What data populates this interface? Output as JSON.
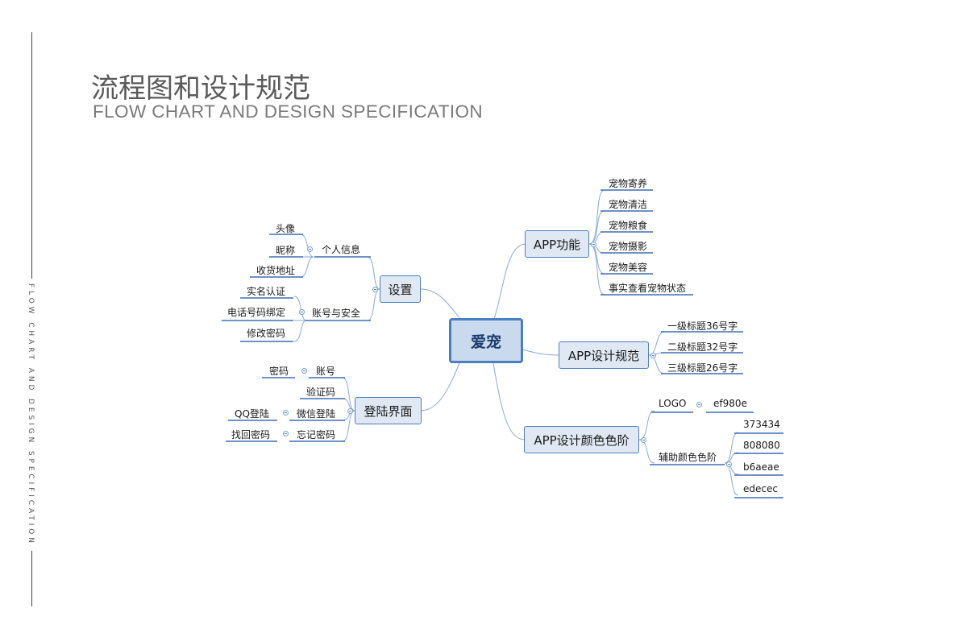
{
  "page": {
    "title_cn": "流程图和设计规范",
    "title_en": "FLOW CHART AND DESIGN SPECIFICATION",
    "side_text": "FLOW CHART AND DESIGN SPECIFICATION"
  },
  "mindmap": {
    "central": "爱宠",
    "topics": {
      "app_features": {
        "label": "APP功能",
        "items": [
          "宠物寄养",
          "宠物清洁",
          "宠物粮食",
          "宠物摄影",
          "宠物美容",
          "事实查看宠物状态"
        ]
      },
      "app_design_spec": {
        "label": "APP设计规范",
        "items": [
          "一级标题36号字",
          "二级标题32号字",
          "三级标题26号字"
        ]
      },
      "app_colors": {
        "label": "APP设计颜色色阶",
        "logo_label": "LOGO",
        "logo_color": "ef980e",
        "aux_label": "辅助颜色色阶",
        "aux_colors": [
          "373434",
          "808080",
          "b6aeae",
          "edecec"
        ]
      },
      "settings": {
        "label": "设置",
        "personal": {
          "label": "个人信息",
          "items": [
            "头像",
            "昵称",
            "收货地址"
          ]
        },
        "account": {
          "label": "账号与安全",
          "items": [
            "实名认证",
            "电话号码绑定",
            "修改密码"
          ]
        }
      },
      "login": {
        "label": "登陆界面",
        "account": {
          "label": "账号",
          "items": [
            "密码"
          ]
        },
        "verify_label": "验证码",
        "wechat": {
          "label": "微信登陆",
          "items": [
            "QQ登陆"
          ]
        },
        "forgot": {
          "label": "忘记密码",
          "items": [
            "找回密码"
          ]
        }
      }
    }
  }
}
